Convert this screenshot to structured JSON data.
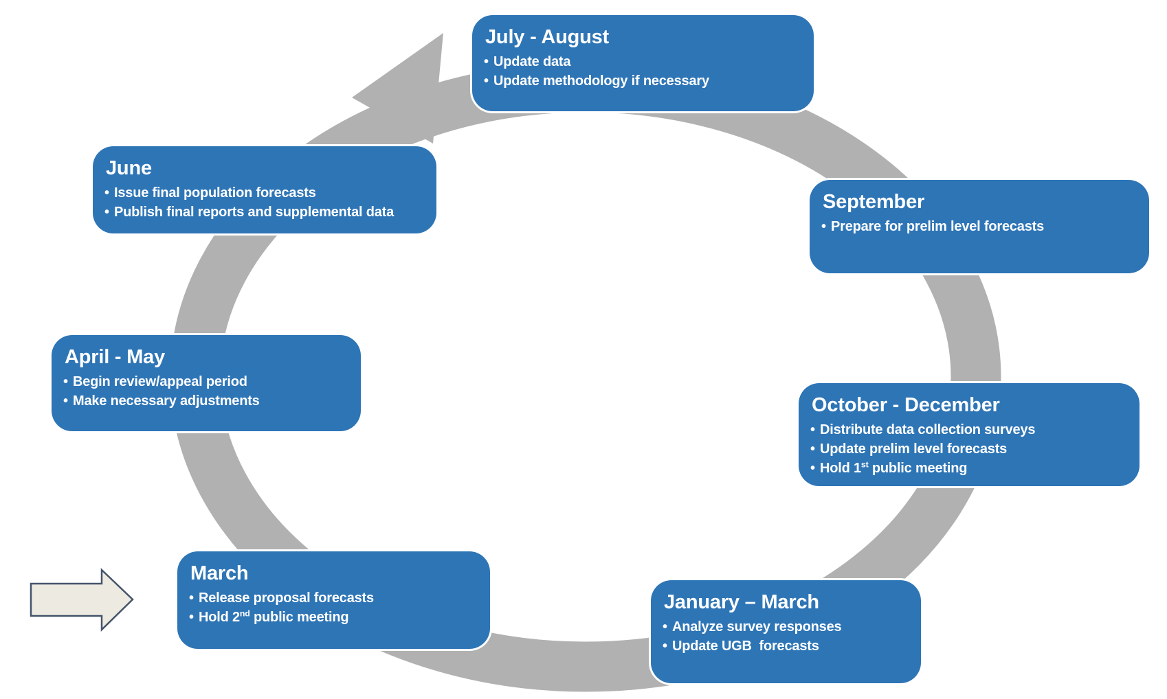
{
  "diagram": {
    "type": "cycle",
    "direction": "clockwise",
    "bullet_char": "•",
    "colors": {
      "stage_fill": "#2E75B6",
      "stage_text": "#FFFFFF",
      "ring": "#B1B1B1",
      "start_arrow_fill": "#EDEAE1",
      "start_arrow_border": "#44546A",
      "background": "#FFFFFF"
    },
    "icons": {
      "cycle_ring": "clockwise-cycle-arrow-icon",
      "start_arrow": "right-block-arrow-icon"
    },
    "stages": [
      {
        "title": "July - August",
        "bullets": [
          "Update data",
          "Update methodology if necessary"
        ]
      },
      {
        "title": "September",
        "bullets": [
          "Prepare for prelim level forecasts"
        ]
      },
      {
        "title": "October - December",
        "bullets": [
          "Distribute data collection surveys",
          "Update prelim level forecasts",
          "Hold 1st public meeting"
        ]
      },
      {
        "title": "January – March",
        "bullets": [
          "Analyze survey responses",
          "Update UGB  forecasts"
        ]
      },
      {
        "title": "March",
        "bullets": [
          "Release proposal forecasts",
          "Hold 2nd public meeting"
        ]
      },
      {
        "title": "April - May",
        "bullets": [
          "Begin review/appeal period",
          "Make necessary adjustments"
        ]
      },
      {
        "title": "June",
        "bullets": [
          "Issue final population forecasts",
          "Publish final reports and supplemental data"
        ]
      }
    ]
  }
}
